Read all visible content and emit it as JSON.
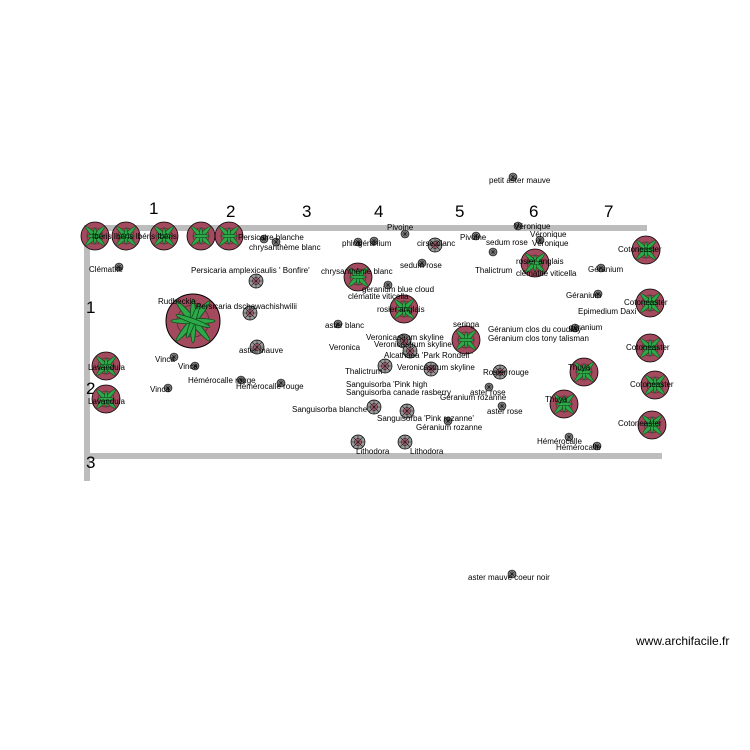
{
  "column_numbers": [
    "1",
    "2",
    "3",
    "4",
    "5",
    "6",
    "7"
  ],
  "row_numbers": [
    "1",
    "2",
    "3"
  ],
  "watermark": "www.archifacile.fr",
  "labels": {
    "petit_aster": "petit aster mauve",
    "aster_coeur_noir": "aster mauve coeur noir",
    "top_row": "Ibéris  Ibéris  Ibéris  Ibéris",
    "persicaire_blanche": "Persicaire blanche",
    "chrysantheme_blanc_1": "chrysanthème blanc",
    "chrysantheme_blanc_2": "chrysanthème blanc",
    "persicaria_amplexi": "Persicaria amplexicaulis ' Bonfire'",
    "persicaria_debauch": "Persicaria dschawachishwilii",
    "clematite_1": "Clématite",
    "clematite_2": "clématite viticella",
    "clematite_3": "clématite viticella",
    "rudbeckia": "Rudbeckia",
    "aster_mauve": "aster mauve",
    "aster_blanc": "aster blanc",
    "vinca_1": "Vinca",
    "vinca_2": "Vinca",
    "vinca_3": "Vinca",
    "lavandula_1": "Lavandula",
    "lavandula_2": "Lavandula",
    "hemerocalle_rouge_1": "Hémérocalle rouge",
    "hemerocalle_rouge_2": "Hémérocalle rouge",
    "sanguisorba_blanche": "Sanguisorba blanche",
    "sanguisorba_1": "Sanguisorba 'Pink high",
    "sanguisorba_2": "Sanguisorba canade rasberry",
    "sanguisorba_3": "Sanguisorba 'Pink rozanne'",
    "lithodora_1": "Lithodora",
    "lithodora_2": "Lithodora",
    "phlox": "phlox",
    "geranium_1": "géranium",
    "pivoine_1": "Pivoine",
    "pivoine_2": "Pivoine",
    "cirse": "cirse blanc",
    "sedum_rose_1": "sedum rose",
    "sedum_rose_2": "sedum rose",
    "geranium_blue_cloud": "geranium blue cloud",
    "rosier_anglais_1": "rosier anglais",
    "rosier_anglais_2": "rosier anglais",
    "veronica_1": "Veronica",
    "veronica_2": "Veronicastrum skyline",
    "veronica_3": "Veronicastrum skyline",
    "veronica_4": "Veronicastrum skyline",
    "veronica_top_1": "Véronique",
    "veronica_top_2": "Véronique",
    "veronica_top_3": "Véronique",
    "thalictrum_1": "Thalictrum",
    "thalictrum_2": "Thalictrum",
    "alcathaea": "Alcathaea 'Park Rondell '",
    "seringa": "seringa",
    "geranium_clos_1": "Géranium clos du coudray",
    "geranium_clos_2": "Géranium clos tony talisman",
    "geranium_rozanne_1": "Géranium rozanne",
    "geranium_rozanne_2": "Géranium rozanne",
    "geranium_right": "Géranium",
    "geranium_right_2": "Géranium",
    "geranium_right_3": "géranium",
    "aster_rose_1": "aster rose",
    "aster_rose_2": "aster rose",
    "rosier_rouge": "Rosier rouge",
    "epimedium": "Epimedium Daxi",
    "cotoneaster_1": "Cotoneaster",
    "cotoneaster_2": "Cotoneaster",
    "cotoneaster_3": "Cotoneaster",
    "cotoneaster_4": "Cotoneaster",
    "cotoneaster_5": "Cotoneaster",
    "thuya_1": "Thuya",
    "thuya_2": "Thuya",
    "hemerocalle_1": "Hémérocalle",
    "hemerocalle_2": "Hémérocalle"
  },
  "colors": {
    "wall": "#bdbdbd",
    "large_plant_fill": "#a44a5e",
    "shrub_fill": "#c46b80",
    "leaf": "#2fa84a",
    "small_plant": "#8c8c8c"
  },
  "icons": {
    "large_plant": "star-leaf-shrub-icon",
    "small_plant": "small-plant-icon"
  }
}
